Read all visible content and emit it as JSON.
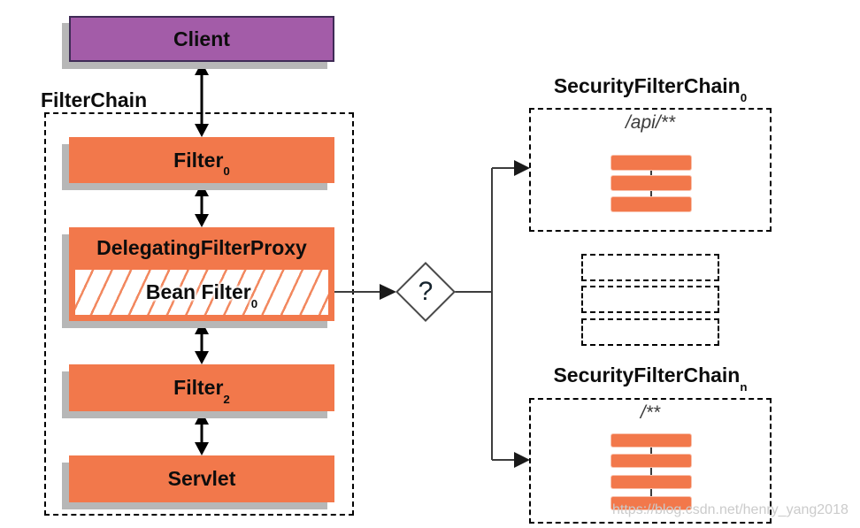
{
  "colors": {
    "orange": "#f2784b",
    "purple": "#a35ca8",
    "purple_border": "#3f2b56",
    "shadow_gray": "#b7b7b7",
    "line": "#3d3d3d",
    "watermark_gray": "#cbcbcb"
  },
  "client": {
    "label": "Client"
  },
  "filter_chain": {
    "title": "FilterChain",
    "filter0": {
      "base": "Filter",
      "sub": "0"
    },
    "dfp": {
      "title": "DelegatingFilterProxy",
      "bean": {
        "base": "Bean Filter",
        "sub": "0"
      }
    },
    "filter2": {
      "base": "Filter",
      "sub": "2"
    },
    "servlet": {
      "label": "Servlet"
    }
  },
  "decision": {
    "label": "?"
  },
  "chain0": {
    "title": {
      "base": "SecurityFilterChain",
      "sub": "0"
    },
    "pattern": "/api/**",
    "bar_count": 3
  },
  "placeholder_chains": {
    "bar_count": 3
  },
  "chainN": {
    "title": {
      "base": "SecurityFilterChain",
      "sub": "n"
    },
    "pattern": "/**",
    "bar_count": 4
  },
  "watermark": {
    "text": "https://blog.csdn.net/henry_yang2018"
  }
}
